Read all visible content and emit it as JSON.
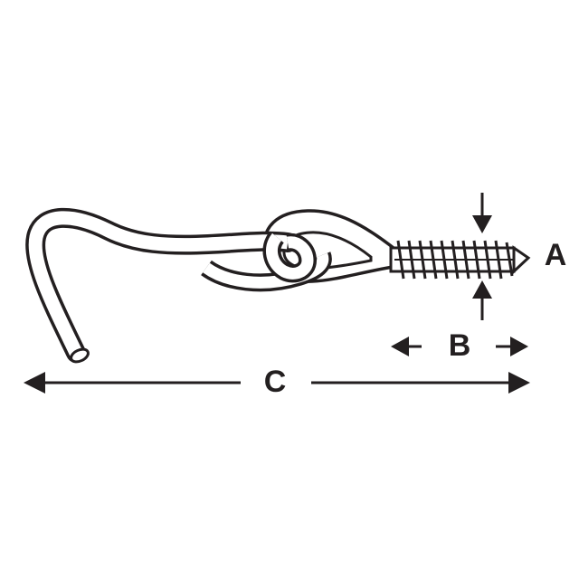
{
  "diagram": {
    "labels": {
      "a": "A",
      "b": "B",
      "c": "C"
    }
  },
  "colors": {
    "line": "#231f20",
    "fill": "#ffffff",
    "thread_shade": "#cfcfcf"
  }
}
